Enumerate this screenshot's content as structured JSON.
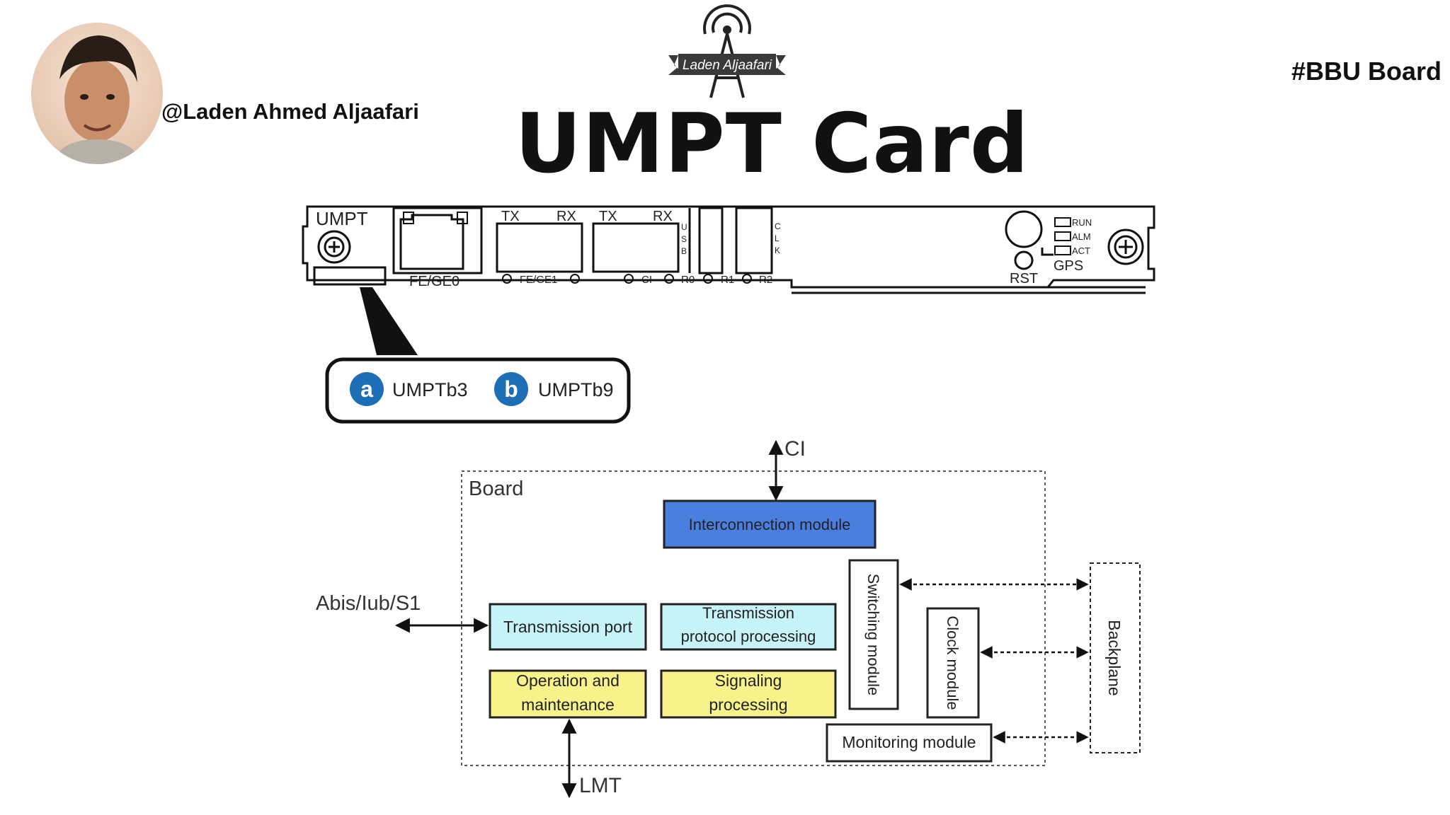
{
  "header": {
    "author_handle": "@Laden Ahmed Aljaafari",
    "hashtag": "#BBU Board",
    "logo_text": "Laden Aljaafari",
    "title": "UMPT Card"
  },
  "panel": {
    "board_name": "UMPT",
    "ports": {
      "fe_ge0": "FE/GE0",
      "tx1": "TX",
      "rx1": "RX",
      "tx2": "TX",
      "rx2": "RX",
      "usb": [
        "U",
        "S",
        "B"
      ],
      "clk": [
        "C",
        "L",
        "K"
      ],
      "fe_ge1": "FE/GE1",
      "ci": "CI",
      "r0": "R0",
      "r1": "R1",
      "r2": "R2",
      "rst": "RST",
      "gps": "GPS"
    },
    "leds": [
      "RUN",
      "ALM",
      "ACT"
    ]
  },
  "variants": [
    {
      "badge": "a",
      "label": "UMPTb3"
    },
    {
      "badge": "b",
      "label": "UMPTb9"
    }
  ],
  "block_diagram": {
    "board_label": "Board",
    "top_external": "CI",
    "left_external": "Abis/Iub/S1",
    "bottom_external": "LMT",
    "modules": {
      "interconnection": "Interconnection module",
      "transmission_port": "Transmission port",
      "transmission_protocol_1": "Transmission",
      "transmission_protocol_2": "protocol processing",
      "om_1": "Operation and",
      "om_2": "maintenance",
      "signaling_1": "Signaling",
      "signaling_2": "processing",
      "switching": "Switching module",
      "clock": "Clock module",
      "monitoring": "Monitoring module",
      "backplane": "Backplane"
    }
  },
  "colors": {
    "interconnection_fill": "#4a7fe0",
    "cyan_fill": "#c6f3f7",
    "yellow_fill": "#f8f28a"
  }
}
